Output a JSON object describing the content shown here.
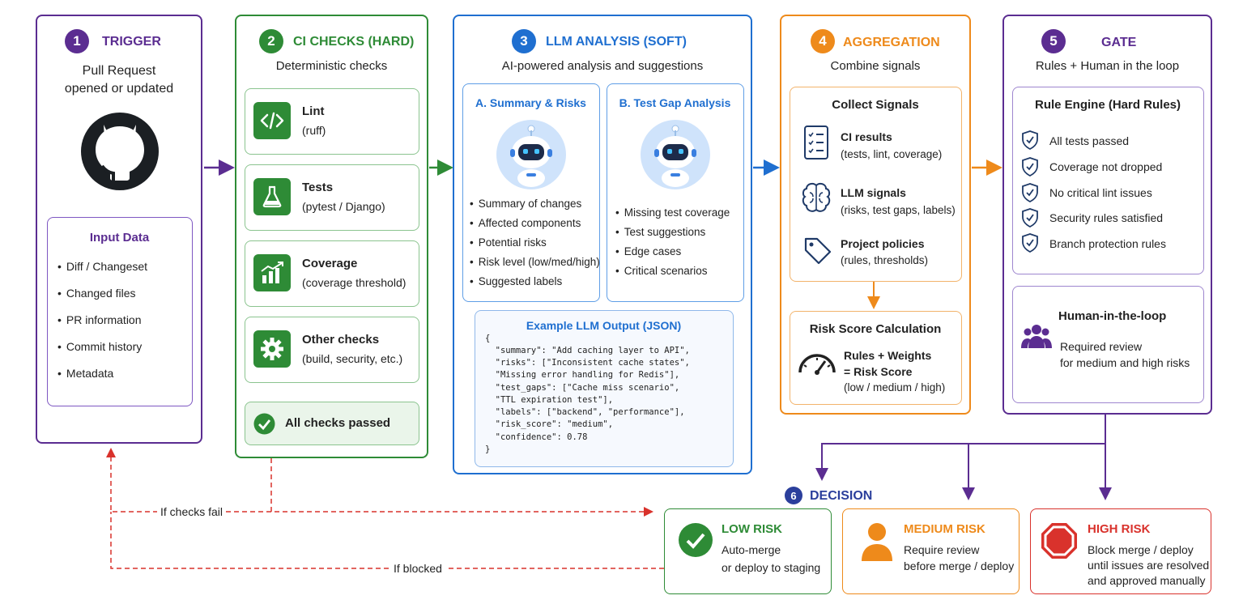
{
  "colors": {
    "purple": "#5b2d91",
    "green": "#2e8b36",
    "blue": "#1f6fd0",
    "orange": "#ee8a1b",
    "red": "#d9322c"
  },
  "trigger": {
    "number": "1",
    "title": "TRIGGER",
    "subtitle_1": "Pull Request",
    "subtitle_2": "opened or updated",
    "icon": "github-icon",
    "input": {
      "title": "Input Data",
      "items": [
        "Diff / Changeset",
        "Changed files",
        "PR information",
        "Commit history",
        "Metadata"
      ]
    }
  },
  "ci": {
    "number": "2",
    "title": "CI CHECKS (HARD)",
    "subtitle": "Deterministic checks",
    "items": [
      {
        "title": "Lint",
        "desc": "(ruff)",
        "icon": "code-icon"
      },
      {
        "title": "Tests",
        "desc": "(pytest / Django)",
        "icon": "flask-icon"
      },
      {
        "title": "Coverage",
        "desc": "(coverage threshold)",
        "icon": "chart-icon"
      },
      {
        "title": "Other checks",
        "desc": "(build, security, etc.)",
        "icon": "gear-icon"
      }
    ],
    "passed": "All checks passed"
  },
  "llm": {
    "number": "3",
    "title": "LLM ANALYSIS (SOFT)",
    "subtitle": "AI-powered analysis and suggestions",
    "a": {
      "title": "A. Summary & Risks",
      "items": [
        "Summary of changes",
        "Affected components",
        "Potential risks",
        "Risk level  (low/med/high)",
        "Suggested labels"
      ]
    },
    "b": {
      "title": "B. Test Gap Analysis",
      "items": [
        "Missing test coverage",
        "Test suggestions",
        "Edge cases",
        "Critical scenarios"
      ]
    },
    "example": {
      "title": "Example LLM Output (JSON)",
      "lines": [
        "{",
        "  \"summary\": \"Add caching layer to API\",",
        "  \"risks\": [\"Inconsistent cache states\",",
        "  \"Missing error handling for Redis\"],",
        "  \"test_gaps\": [\"Cache miss scenario\",",
        "  \"TTL expiration test\"],",
        "  \"labels\": [\"backend\", \"performance\"],",
        "  \"risk_score\": \"medium\",",
        "  \"confidence\": 0.78",
        "}"
      ]
    }
  },
  "agg": {
    "number": "4",
    "title": "AGGREGATION",
    "subtitle": "Combine signals",
    "collect": {
      "title": "Collect Signals",
      "items": [
        {
          "title": "CI results",
          "desc": "(tests, lint, coverage)",
          "icon": "checklist-icon"
        },
        {
          "title": "LLM signals",
          "desc": "(risks, test gaps, labels)",
          "icon": "brain-icon"
        },
        {
          "title": "Project policies",
          "desc": "(rules, thresholds)",
          "icon": "tag-icon"
        }
      ]
    },
    "risk": {
      "title": "Risk Score Calculation",
      "line1": "Rules + Weights",
      "line2": "= Risk Score",
      "line3": "(low / medium / high)"
    }
  },
  "gate": {
    "number": "5",
    "title": "GATE",
    "subtitle": "Rules + Human in the loop",
    "rules": {
      "title": "Rule Engine (Hard Rules)",
      "items": [
        "All tests passed",
        "Coverage not dropped",
        "No critical lint issues",
        "Security rules satisfied",
        "Branch protection rules"
      ]
    },
    "human": {
      "title": "Human-in-the-loop",
      "line1": "Required review",
      "line2": "for medium and high risks"
    }
  },
  "decision": {
    "number": "6",
    "title": "DECISION",
    "low": {
      "title": "LOW RISK",
      "line1": "Auto-merge",
      "line2": "or deploy to staging"
    },
    "medium": {
      "title": "MEDIUM RISK",
      "line1": "Require review",
      "line2": "before merge / deploy"
    },
    "high": {
      "title": "HIGH RISK",
      "line1": "Block merge / deploy",
      "line2": "until issues are resolved",
      "line3": "and approved manually"
    }
  },
  "feedback": {
    "checks_fail": "If checks fail",
    "blocked": "If blocked"
  }
}
